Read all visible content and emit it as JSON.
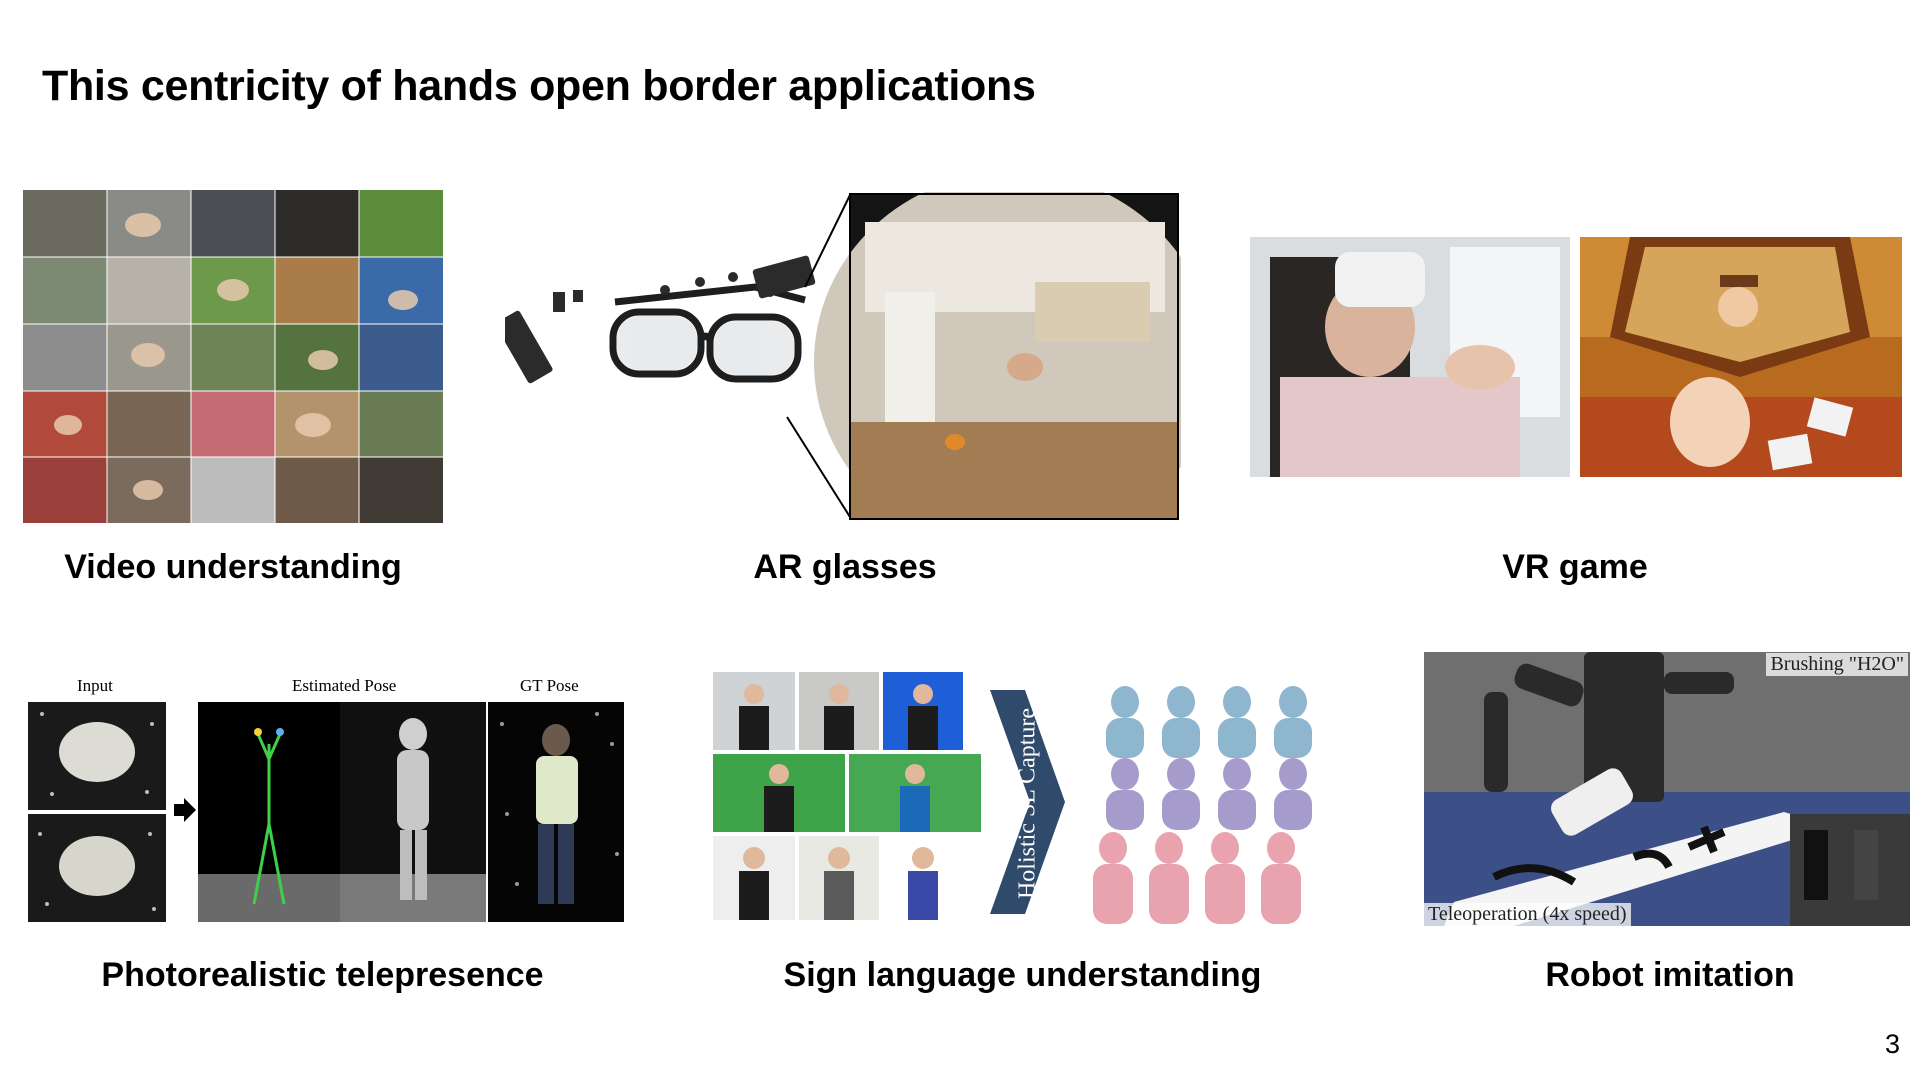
{
  "slide": {
    "title": "This centricity of hands open border applications",
    "page_number": "3"
  },
  "panels": {
    "video_understanding": {
      "caption": "Video understanding"
    },
    "ar_glasses": {
      "caption": "AR glasses"
    },
    "vr_game": {
      "caption": "VR game"
    },
    "telepresence": {
      "caption": "Photorealistic telepresence",
      "label_input": "Input",
      "label_estimated": "Estimated Pose",
      "label_gt": "GT Pose"
    },
    "sign_language": {
      "caption": "Sign language understanding",
      "capture_label": "Holistic SL Capture"
    },
    "robot": {
      "caption": "Robot imitation",
      "label_top": "Brushing \"H2O\"",
      "label_bottom": "Teleoperation (4x speed)"
    }
  },
  "colors": {
    "text": "#000000",
    "background": "#ffffff",
    "green_screen": "#3fa34a",
    "blue_screen": "#1e5fd8",
    "sign_arrow": "#2f4a6b"
  }
}
